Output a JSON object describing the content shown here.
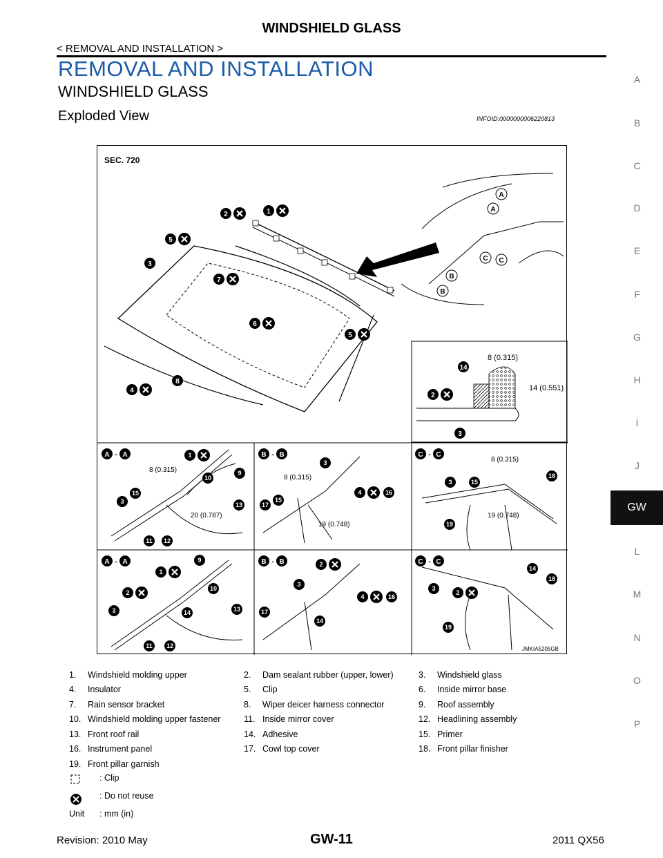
{
  "header": {
    "title": "WINDSHIELD GLASS",
    "breadcrumb": "< REMOVAL AND INSTALLATION >"
  },
  "section_title": "REMOVAL AND INSTALLATION",
  "subsection_title": "WINDSHIELD GLASS",
  "exploded_view": {
    "title": "Exploded View",
    "infoid": "INFOID:0000000006220813"
  },
  "side_index": [
    "A",
    "B",
    "C",
    "D",
    "E",
    "F",
    "G",
    "H",
    "I",
    "J",
    "GW",
    "L",
    "M",
    "N",
    "O",
    "P"
  ],
  "figure": {
    "sec": "SEC. 720",
    "code": "JMKIA5205GB",
    "detail_labels": {
      "a": "A",
      "b": "B",
      "c": "C",
      "dash": "-"
    },
    "dims": {
      "d8": "8 (0.315)",
      "d14": "14 (0.551)",
      "d20": "20 (0.787)",
      "d19": "19 (0.748)"
    }
  },
  "legend": [
    [
      "1.",
      "Windshield molding upper",
      "2.",
      "Dam sealant rubber (upper, lower)",
      "3.",
      "Windshield glass"
    ],
    [
      "4.",
      "Insulator",
      "5.",
      "Clip",
      "6.",
      "Inside mirror base"
    ],
    [
      "7.",
      "Rain sensor bracket",
      "8.",
      "Wiper deicer harness connector",
      "9.",
      "Roof assembly"
    ],
    [
      "10.",
      "Windshield molding upper fastener",
      "11.",
      "Inside mirror cover",
      "12.",
      "Headlining assembly"
    ],
    [
      "13.",
      "Front roof rail",
      "14.",
      "Adhesive",
      "15.",
      "Primer"
    ],
    [
      "16.",
      "Instrument panel",
      "17.",
      "Cowl top cover",
      "18.",
      "Front pillar finisher"
    ],
    [
      "19.",
      "Front pillar garnish",
      "",
      "",
      "",
      ""
    ]
  ],
  "symbols": {
    "clip": ": Clip",
    "no_reuse": ": Do not reuse",
    "unit_label": "Unit",
    "unit_value": ": mm (in)"
  },
  "footer": {
    "revision": "Revision: 2010 May",
    "page": "GW-11",
    "model": "2011 QX56"
  }
}
